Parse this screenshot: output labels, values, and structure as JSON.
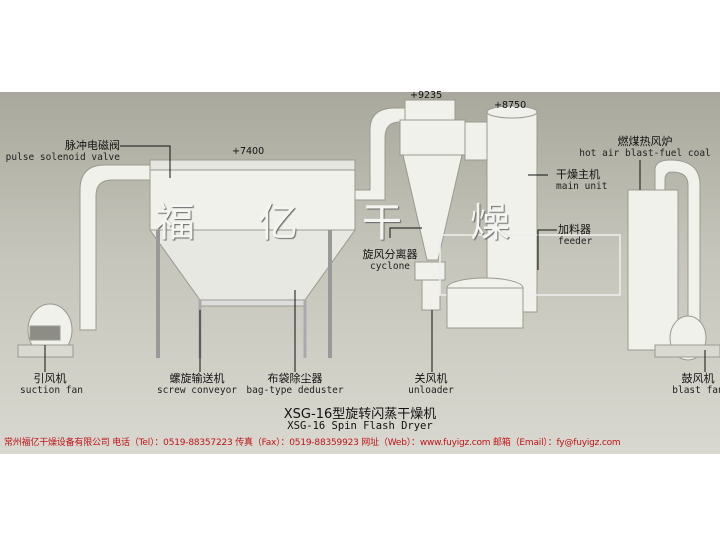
{
  "elevations": {
    "dust_collector": "+7400",
    "cyclone": "+9235",
    "main_unit": "+8750"
  },
  "watermark": [
    "福",
    "亿",
    "干",
    "燥"
  ],
  "labels": {
    "pulse_valve": {
      "cn": "脉冲电磁阀",
      "en": "pulse solenoid valve"
    },
    "hot_air": {
      "cn": "燃煤热风炉",
      "en": "hot air blast-fuel coal"
    },
    "main_unit": {
      "cn": "干燥主机",
      "en": "main unit"
    },
    "feeder": {
      "cn": "加料器",
      "en": "feeder"
    },
    "cyclone": {
      "cn": "旋风分离器",
      "en": "cyclone"
    },
    "suction_fan": {
      "cn": "引风机",
      "en": "suction fan"
    },
    "screw_conveyor": {
      "cn": "螺旋输送机",
      "en": "screw conveyor"
    },
    "deduster": {
      "cn": "布袋除尘器",
      "en": "bag-type deduster"
    },
    "unloader": {
      "cn": "关风机",
      "en": "unloader"
    },
    "blast_fan": {
      "cn": "鼓风机",
      "en": "blast fan"
    }
  },
  "title": {
    "cn": "XSG-16型旋转闪蒸干燥机",
    "en": "XSG-16 Spin Flash Dryer"
  },
  "contact": "常州福亿干燥设备有限公司  电话（Tel）：0519-88357223  传真（Fax）：0519-88359923  网址（Web）：www.fuyigz.com  邮箱（Email）：fy@fuyigz.com",
  "colors": {
    "equipment": "#f2f2ee",
    "background": "#c6c5bb",
    "contact_text": "#c0151a"
  }
}
